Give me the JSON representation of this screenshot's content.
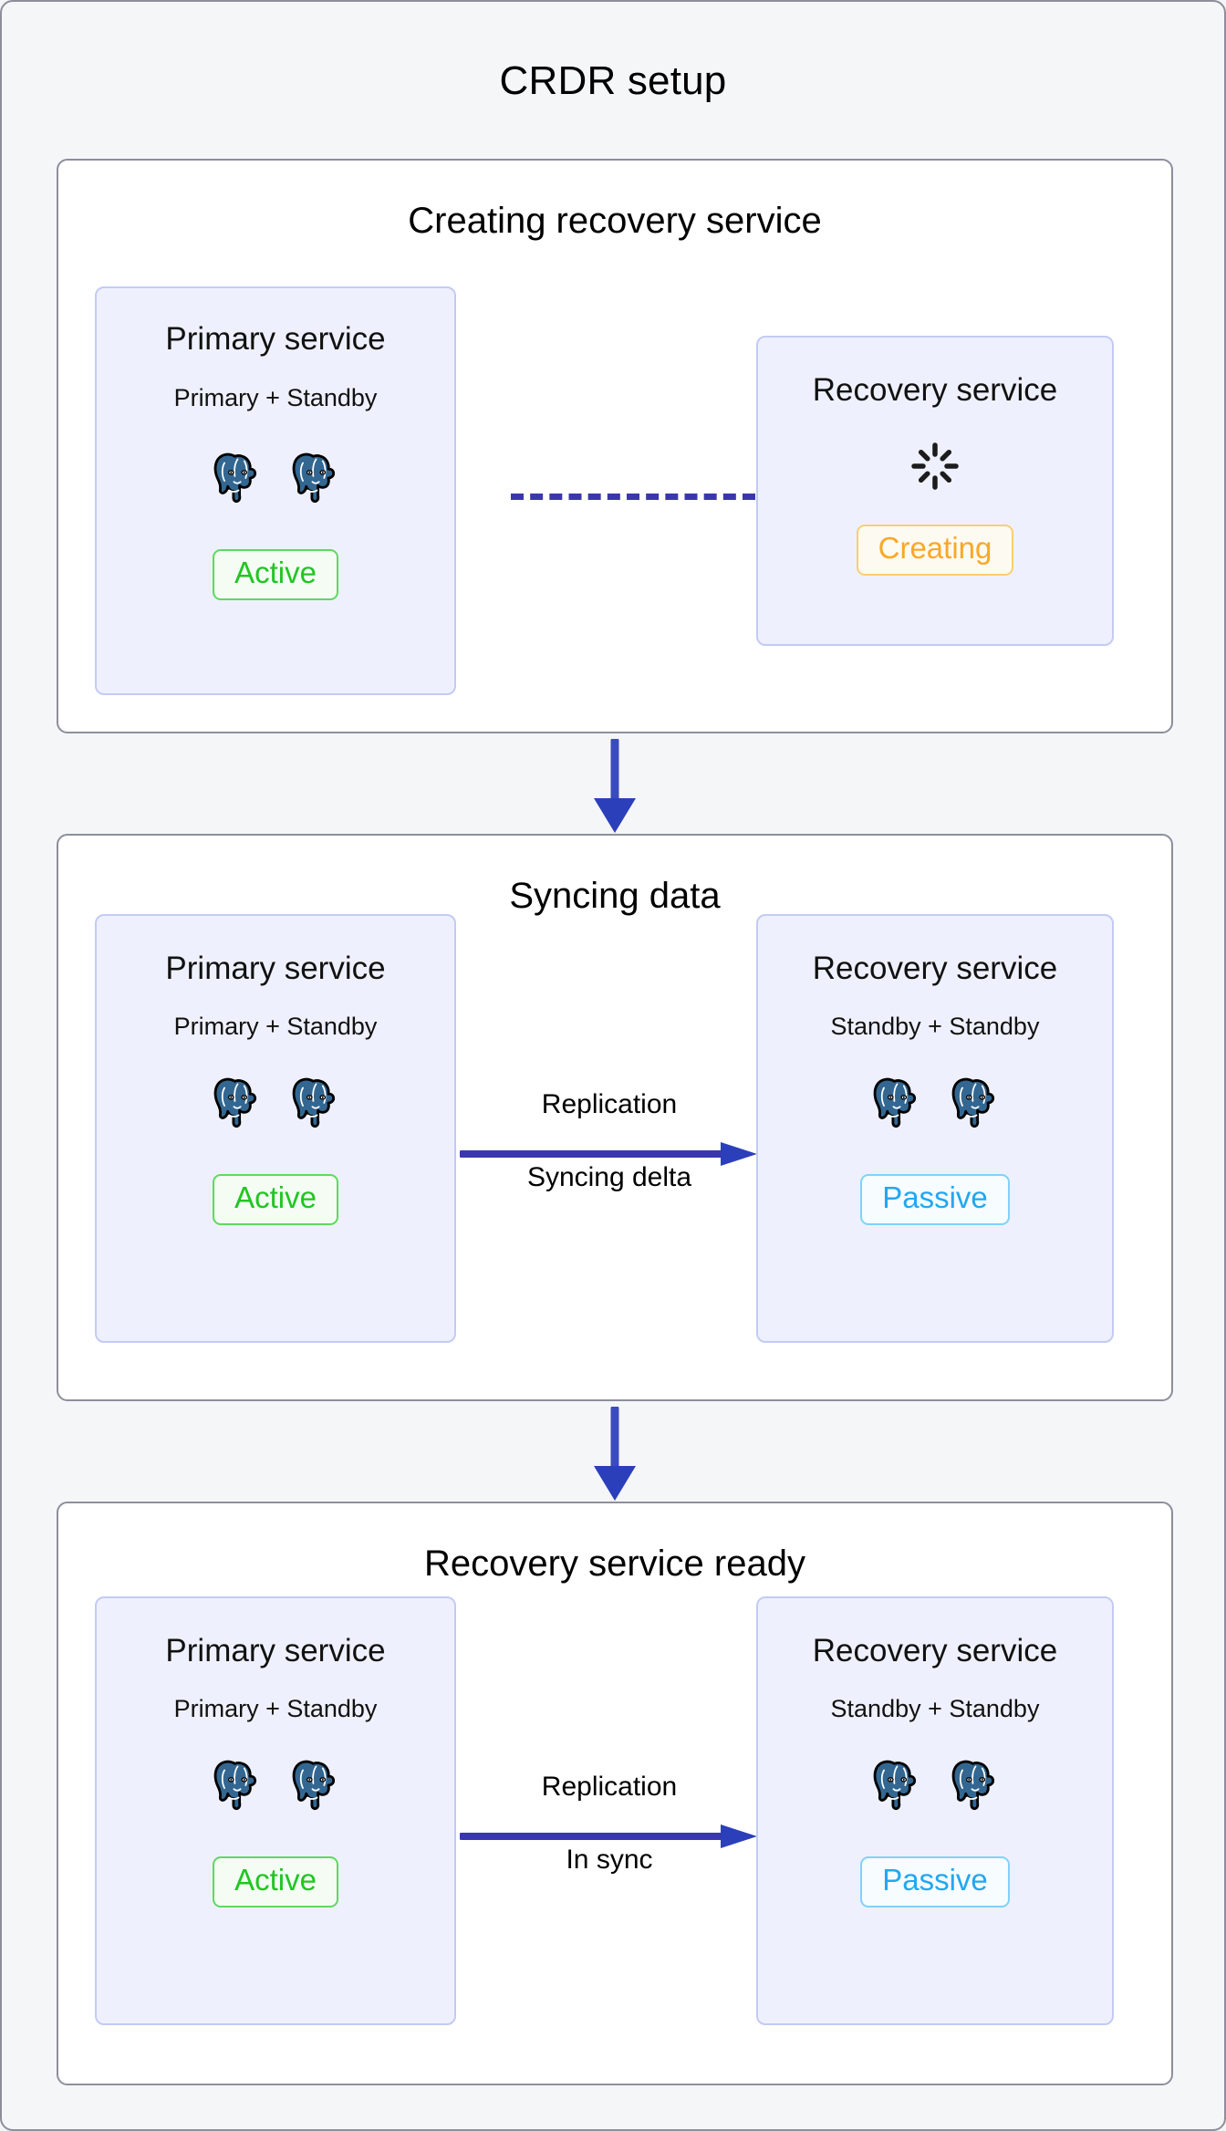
{
  "title": "CRDR setup",
  "colors": {
    "canvas_bg": "#f5f6f8",
    "panel_border": "#8e8e9c",
    "card_bg": "#eef1fd",
    "card_border": "#c3cbf4",
    "arrow_blue": "#3a37ad",
    "active_green": "#22c522",
    "creating_orange": "#f9a825",
    "passive_blue": "#22a7f0",
    "postgres_blue": "#336791"
  },
  "stages": [
    {
      "id": "stage-1",
      "heading": "Creating recovery service",
      "primary": {
        "title": "Primary service",
        "subtitle": "Primary + Standby",
        "node_count": 2,
        "node_icon": "postgres-elephant-icon",
        "status": "Active",
        "status_kind": "active"
      },
      "recovery": {
        "title": "Recovery service",
        "subtitle": "",
        "node_count": 0,
        "indicator": "loading-spinner-icon",
        "status": "Creating",
        "status_kind": "creating"
      },
      "link": {
        "style": "dashed",
        "label_above": "",
        "label_below": "",
        "arrowhead": false
      }
    },
    {
      "id": "stage-2",
      "heading": "Syncing data",
      "primary": {
        "title": "Primary service",
        "subtitle": "Primary + Standby",
        "node_count": 2,
        "node_icon": "postgres-elephant-icon",
        "status": "Active",
        "status_kind": "active"
      },
      "recovery": {
        "title": "Recovery service",
        "subtitle": "Standby + Standby",
        "node_count": 2,
        "node_icon": "postgres-elephant-icon",
        "status": "Passive",
        "status_kind": "passive"
      },
      "link": {
        "style": "solid",
        "label_above": "Replication",
        "label_below": "Syncing delta",
        "arrowhead": true
      }
    },
    {
      "id": "stage-3",
      "heading": "Recovery service ready",
      "primary": {
        "title": "Primary service",
        "subtitle": "Primary + Standby",
        "node_count": 2,
        "node_icon": "postgres-elephant-icon",
        "status": "Active",
        "status_kind": "active"
      },
      "recovery": {
        "title": "Recovery service",
        "subtitle": "Standby + Standby",
        "node_count": 2,
        "node_icon": "postgres-elephant-icon",
        "status": "Passive",
        "status_kind": "passive"
      },
      "link": {
        "style": "solid",
        "label_above": "Replication",
        "label_below": "In sync",
        "arrowhead": true
      }
    }
  ],
  "flow_arrows": [
    {
      "from": "stage-1",
      "to": "stage-2",
      "direction": "down"
    },
    {
      "from": "stage-2",
      "to": "stage-3",
      "direction": "down"
    }
  ]
}
